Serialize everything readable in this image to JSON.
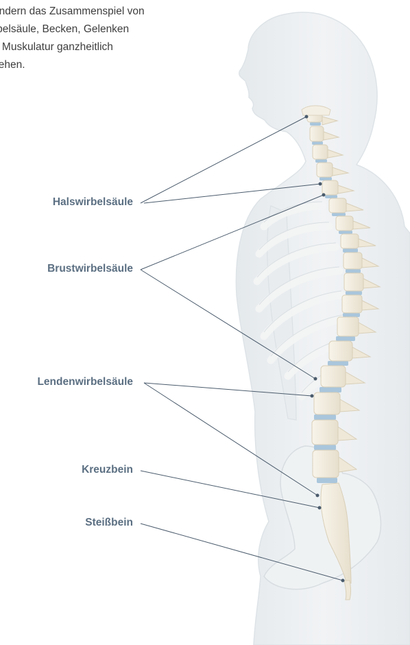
{
  "intro": {
    "lines": [
      "ondern das Zusammenspiel von",
      "rbelsäule, Becken, Gelenken",
      "d Muskulatur ganzheitlich",
      "sehen."
    ]
  },
  "labels": {
    "hals": "Halswirbelsäule",
    "brust": "Brustwirbelsäule",
    "lenden": "Lendenwirbelsäule",
    "kreuz": "Kreuzbein",
    "steiss": "Steißbein"
  },
  "colors": {
    "label": "#5b6f82",
    "leader_line": "#4a5b6c",
    "bone": "#f3ede0",
    "disc": "#a9c6dc",
    "body": "#e9edf0"
  }
}
